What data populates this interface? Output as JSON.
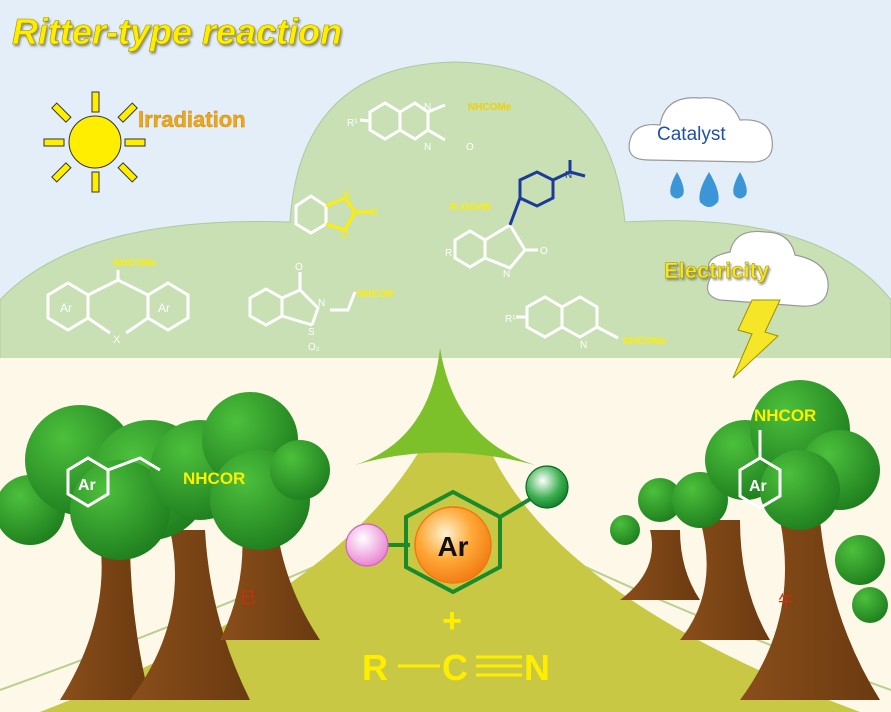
{
  "title": "Ritter-type reaction",
  "conditions": {
    "irradiation": "Irradiation",
    "catalyst": "Catalyst",
    "electricity": "Electricity"
  },
  "products": {
    "quinoxalinone": {
      "substituent": "R¹",
      "n1": "N",
      "n2": "N",
      "o": "O",
      "group": "NHCOMe"
    },
    "benzoxazole": {
      "n": "N",
      "o": "O",
      "r": "R"
    },
    "oxindole": {
      "group": "R₂OCHN",
      "r": "R",
      "n": "N",
      "o": "O",
      "amine_n": "N"
    },
    "xanthene": {
      "group": "NHCOMe",
      "ring1": "Ar",
      "ring2": "Ar",
      "x": "X"
    },
    "saccharin": {
      "o": "O",
      "n": "N",
      "s": "S",
      "so2": "O₂",
      "group": "NHCOR"
    },
    "quinoline": {
      "substituent": "R¹",
      "n": "N",
      "group": "NHCOMe"
    }
  },
  "trees": {
    "left": {
      "ring": "Ar",
      "group": "NHCOR",
      "mark": "巳"
    },
    "right": {
      "ring": "Ar",
      "group": "NHCOR",
      "mark": "午"
    }
  },
  "reagents": {
    "arene": "Ar",
    "plus": "+",
    "nitrile_r": "R",
    "nitrile_c": "C",
    "nitrile_n": "N"
  },
  "colors": {
    "sky": "#e3eef8",
    "hill": "#c8e0b4",
    "ground": "#fdf8e8",
    "yellow": "#ffee00",
    "orange": "#f0a818",
    "navy": "#1c3a9a",
    "tree_green": "#2e9e26",
    "trunk": "#7a4416",
    "path": "#c8c844"
  }
}
